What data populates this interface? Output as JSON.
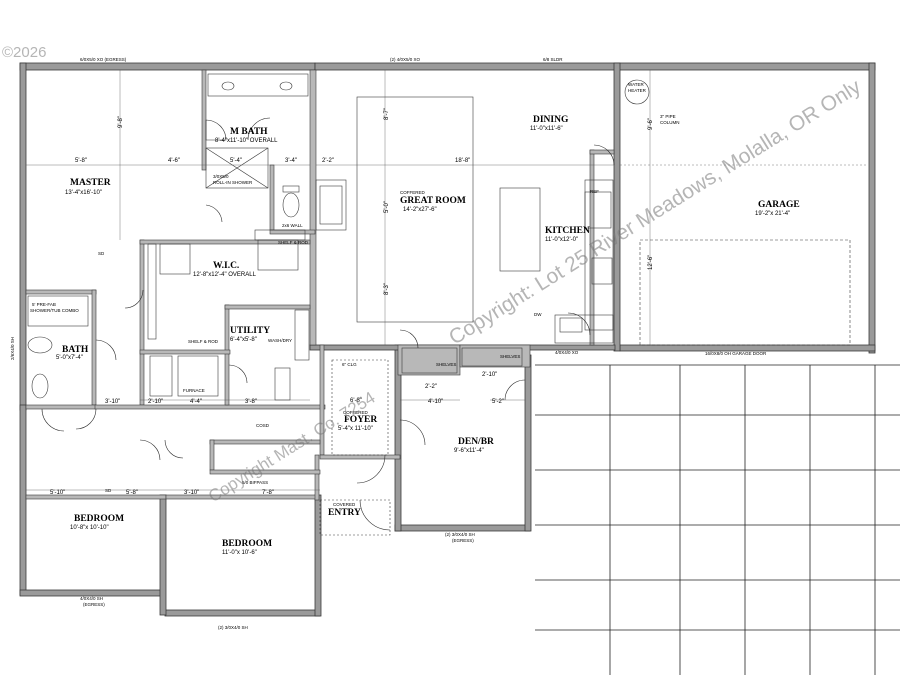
{
  "copyright": "©2026",
  "watermark": "Copyright: Lot 25 River Meadows, Molalla, OR Only",
  "watermark_left": "Copyright Mast. Co. 7254",
  "rooms": {
    "master": {
      "name": "MASTER",
      "dim": "13'-4\"x16'-10\""
    },
    "mbath": {
      "name": "M BATH",
      "dim": "8'-4\"x11'-10\" OVERALL"
    },
    "wic": {
      "name": "W.I.C.",
      "dim": "12'-8\"x12'-4\" OVERALL"
    },
    "utility": {
      "name": "UTILITY",
      "dim": "6'-4\"x5'-8\""
    },
    "bath": {
      "name": "BATH",
      "dim": "5'-0\"x7'-4\""
    },
    "great": {
      "name": "GREAT ROOM",
      "dim": "14'-2\"x27'-6\"",
      "note": "COFFERED"
    },
    "dining": {
      "name": "DINING",
      "dim": "11'-0\"x11'-6\""
    },
    "kitchen": {
      "name": "KITCHEN",
      "dim": "11'-0\"x12'-0\""
    },
    "garage": {
      "name": "GARAGE",
      "dim": "19'-2\"x 21'-4\""
    },
    "foyer": {
      "name": "FOYER",
      "dim": "5'-4\"x 11'-10\"",
      "note": "COFFERED"
    },
    "den": {
      "name": "DEN/BR",
      "dim": "9'-6\"x11'-4\""
    },
    "bedroom1": {
      "name": "BEDROOM",
      "dim": "10'-8\"x 10'-10\""
    },
    "bedroom2": {
      "name": "BEDROOM",
      "dim": "11'-0\"x 10'-6\""
    },
    "entry": {
      "name": "ENTRY",
      "note": "COVERED"
    }
  },
  "windows": {
    "top_left": "6/0X5/0 XO (EGRESS)",
    "top_mid": "(2) 4/0X5/0 XO",
    "top_slider": "6/8 SLDR",
    "left_side": "2/6X4/0 SH",
    "kitchen_right": "4/0X4/0 XO",
    "garage_door": "16/0X8/0 OH GARAGE DOOR",
    "den_bottom": "(2) 3/0X4/0 SH",
    "den_egress": "(EGRESS)",
    "bed1_bottom": "4/0X4/0 SH",
    "bed1_egress": "(EGRESS)",
    "bed2_bottom": "(2) 3/0X4/0 SH"
  },
  "labels": {
    "water_heater_1": "WATER",
    "water_heater_2": "HEATER",
    "pipe_col_1": "3\" PIPE",
    "pipe_col_2": "COLUMN",
    "shower": "3/0X5/0",
    "shower2": "ROLL-IN SHOWER",
    "tub_1": "5' PRE-FAB",
    "tub_2": "SHOWER/TUB COMBO",
    "furnace": "FURNACE",
    "shelves_1": "SHELVES",
    "shelves_2": "SHELVES",
    "bifold": "5/0 BIFPASS",
    "wash_dry": "WASH/DRY",
    "clos": "6\" CLG",
    "shelf_rod": "SHELF & ROD",
    "shelf_rod2": "SHELF & ROD",
    "sd": "SD",
    "cosd": "COSD",
    "dw": "DW",
    "ref": "REF",
    "wall_x": "2x6 WALL"
  },
  "dimensions": {
    "d1": "5'-8\"",
    "d2": "4'-6\"",
    "d3": "18'-8\"",
    "d4": "3'-4\"",
    "d5": "2'-2\"",
    "d6": "5'-4\"",
    "d7": "3'-8\"",
    "d8": "4'-4\"",
    "d9": "3'-10\"",
    "d10": "2'-10\"",
    "d11": "5'-10\"",
    "d12": "5'-8\"",
    "d13": "3'-10\"",
    "d14": "7'-8\"",
    "d15": "4'-10\"",
    "d16": "5'-2\"",
    "d17": "2'-2\"",
    "d18": "2'-10\"",
    "d19": "6'-8\"",
    "d20": "9'-8\"",
    "d21": "8'-7\"",
    "d22": "5'-0\"",
    "d23": "8'-3\"",
    "d24": "12'-6\"",
    "d25": "9'-6\""
  }
}
